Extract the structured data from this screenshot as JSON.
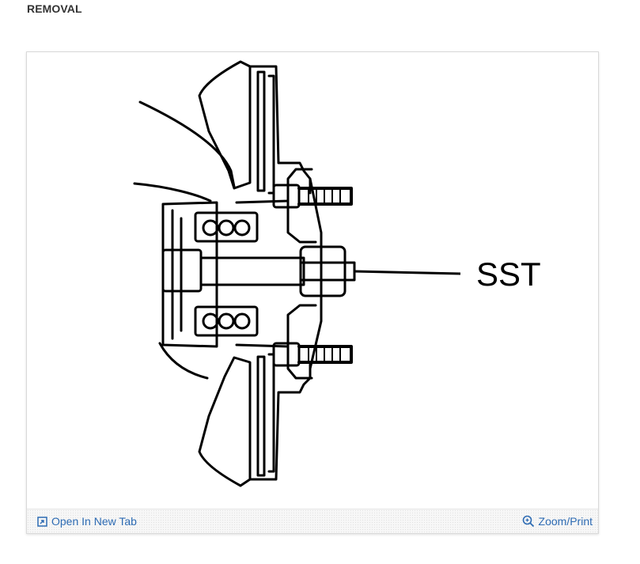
{
  "section": {
    "title": "REMOVAL"
  },
  "figure": {
    "callout_label": "SST",
    "icons": {
      "open_tab": "open-new-tab-icon",
      "zoom": "zoom-magnifier-icon"
    }
  },
  "toolbar": {
    "open_new_tab_label": "Open In New Tab",
    "zoom_print_label": "Zoom/Print"
  },
  "colors": {
    "link": "#2d6bb3",
    "title": "#333333",
    "card_border": "#d9d9d9",
    "toolbar_bg": "#f7f7f7"
  }
}
